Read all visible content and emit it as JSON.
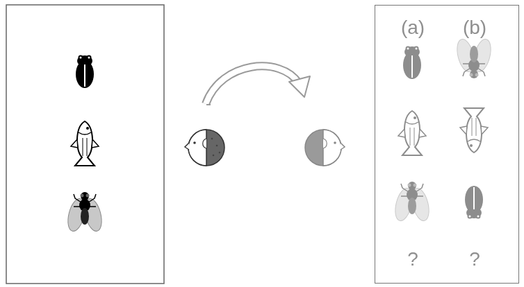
{
  "diagram": {
    "nodes": [
      {
        "text": [
          "(a)",
          "(b)",
          "?",
          "?"
        ]
      }
    ]
  }
}
